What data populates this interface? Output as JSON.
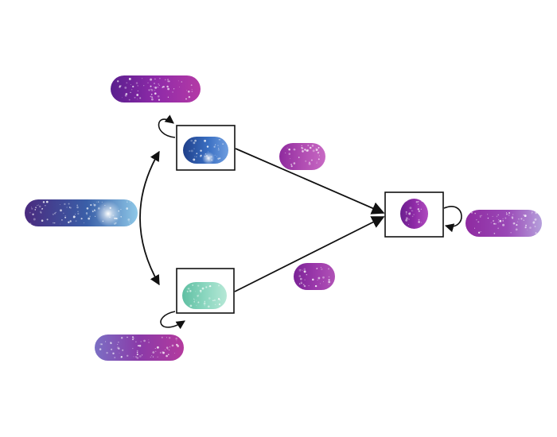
{
  "diagram": {
    "colors": {
      "background": "#ffffff",
      "box_stroke": "#111111",
      "arrow": "#111111",
      "glitter": "#ffffff"
    },
    "states": {
      "top_state": {
        "cell_gradient": [
          "#1f3f8a",
          "#3a6fc2",
          "#6f9ee0"
        ]
      },
      "bottom_state": {
        "cell_gradient": [
          "#5fbfa2",
          "#8ad6bf",
          "#b6e8d6"
        ]
      },
      "merged_state": {
        "cell_gradient": [
          "#6a1f8e",
          "#8e2aa6",
          "#b04cbf"
        ]
      }
    },
    "free_cells": [
      {
        "name": "long-cell-purple-top",
        "gradient": [
          "#5a1f8e",
          "#8e2aa8",
          "#b43aa6"
        ]
      },
      {
        "name": "long-cell-blue-left",
        "gradient": [
          "#4a2a7e",
          "#3a5fa8",
          "#8ec8e8"
        ]
      },
      {
        "name": "long-cell-purple-bottom",
        "gradient": [
          "#7b6fc4",
          "#8a3aa8",
          "#b43a9e"
        ]
      },
      {
        "name": "short-cell-upper-middle",
        "gradient": [
          "#8e2a9e",
          "#b04cb2",
          "#c86ac4"
        ]
      },
      {
        "name": "short-cell-lower-middle",
        "gradient": [
          "#7a2296",
          "#9a38aa",
          "#b052b6"
        ]
      },
      {
        "name": "long-cell-purple-right",
        "gradient": [
          "#8e2aa0",
          "#9a48b6",
          "#b6a0dc"
        ]
      }
    ]
  }
}
